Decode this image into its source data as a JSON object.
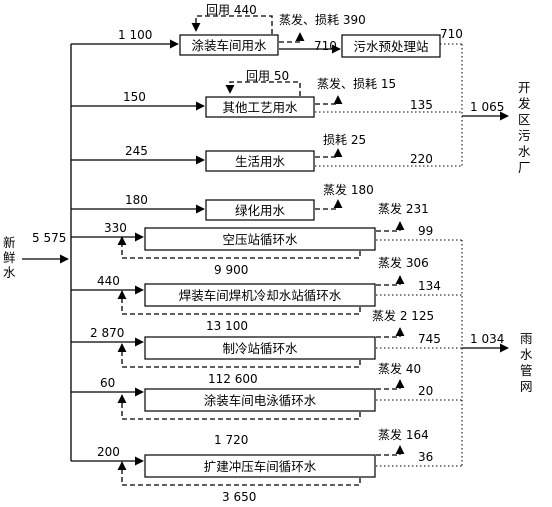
{
  "source": {
    "label_chars": [
      "新",
      "鲜",
      "水"
    ],
    "total": "5 575"
  },
  "sinks": {
    "sewage": {
      "label_chars": [
        "开",
        "发",
        "区",
        "污",
        "水",
        "厂"
      ],
      "total": "1 065"
    },
    "rain": {
      "label_chars": [
        "雨",
        "水",
        "管",
        "网"
      ],
      "total": "1 034"
    }
  },
  "pretreat": {
    "label": "污水预处理站",
    "in": "710",
    "out": "710"
  },
  "units": [
    {
      "label": "涂装车间用水",
      "supply": "1 100",
      "loss": "蒸发、损耗 390",
      "reuse": "回用 440",
      "out": "710"
    },
    {
      "label": "其他工艺用水",
      "supply": "150",
      "loss": "蒸发、损耗 15",
      "reuse": "回用 50",
      "out": "135"
    },
    {
      "label": "生活用水",
      "supply": "245",
      "loss": "损耗 25",
      "out": "220"
    },
    {
      "label": "绿化用水",
      "supply": "180",
      "loss": "蒸发 180"
    },
    {
      "label": "空压站循环水",
      "supply": "330",
      "loss": "蒸发 231",
      "out": "99",
      "recirc": "9 900"
    },
    {
      "label": "焊装车间焊机冷却水站循环水",
      "supply": "440",
      "loss": "蒸发 306",
      "out": "134",
      "recirc": "13 100"
    },
    {
      "label": "制冷站循环水",
      "supply": "2 870",
      "loss": "蒸发 2 125",
      "out": "745",
      "recirc": "112 600"
    },
    {
      "label": "涂装车间电泳循环水",
      "supply": "60",
      "loss": "蒸发 40",
      "out": "20"
    },
    {
      "label": "扩建冲压车间循环水",
      "supply": "200",
      "loss": "蒸发 164",
      "out": "36",
      "recirc_top": "1 720",
      "recirc": "3 650"
    }
  ]
}
